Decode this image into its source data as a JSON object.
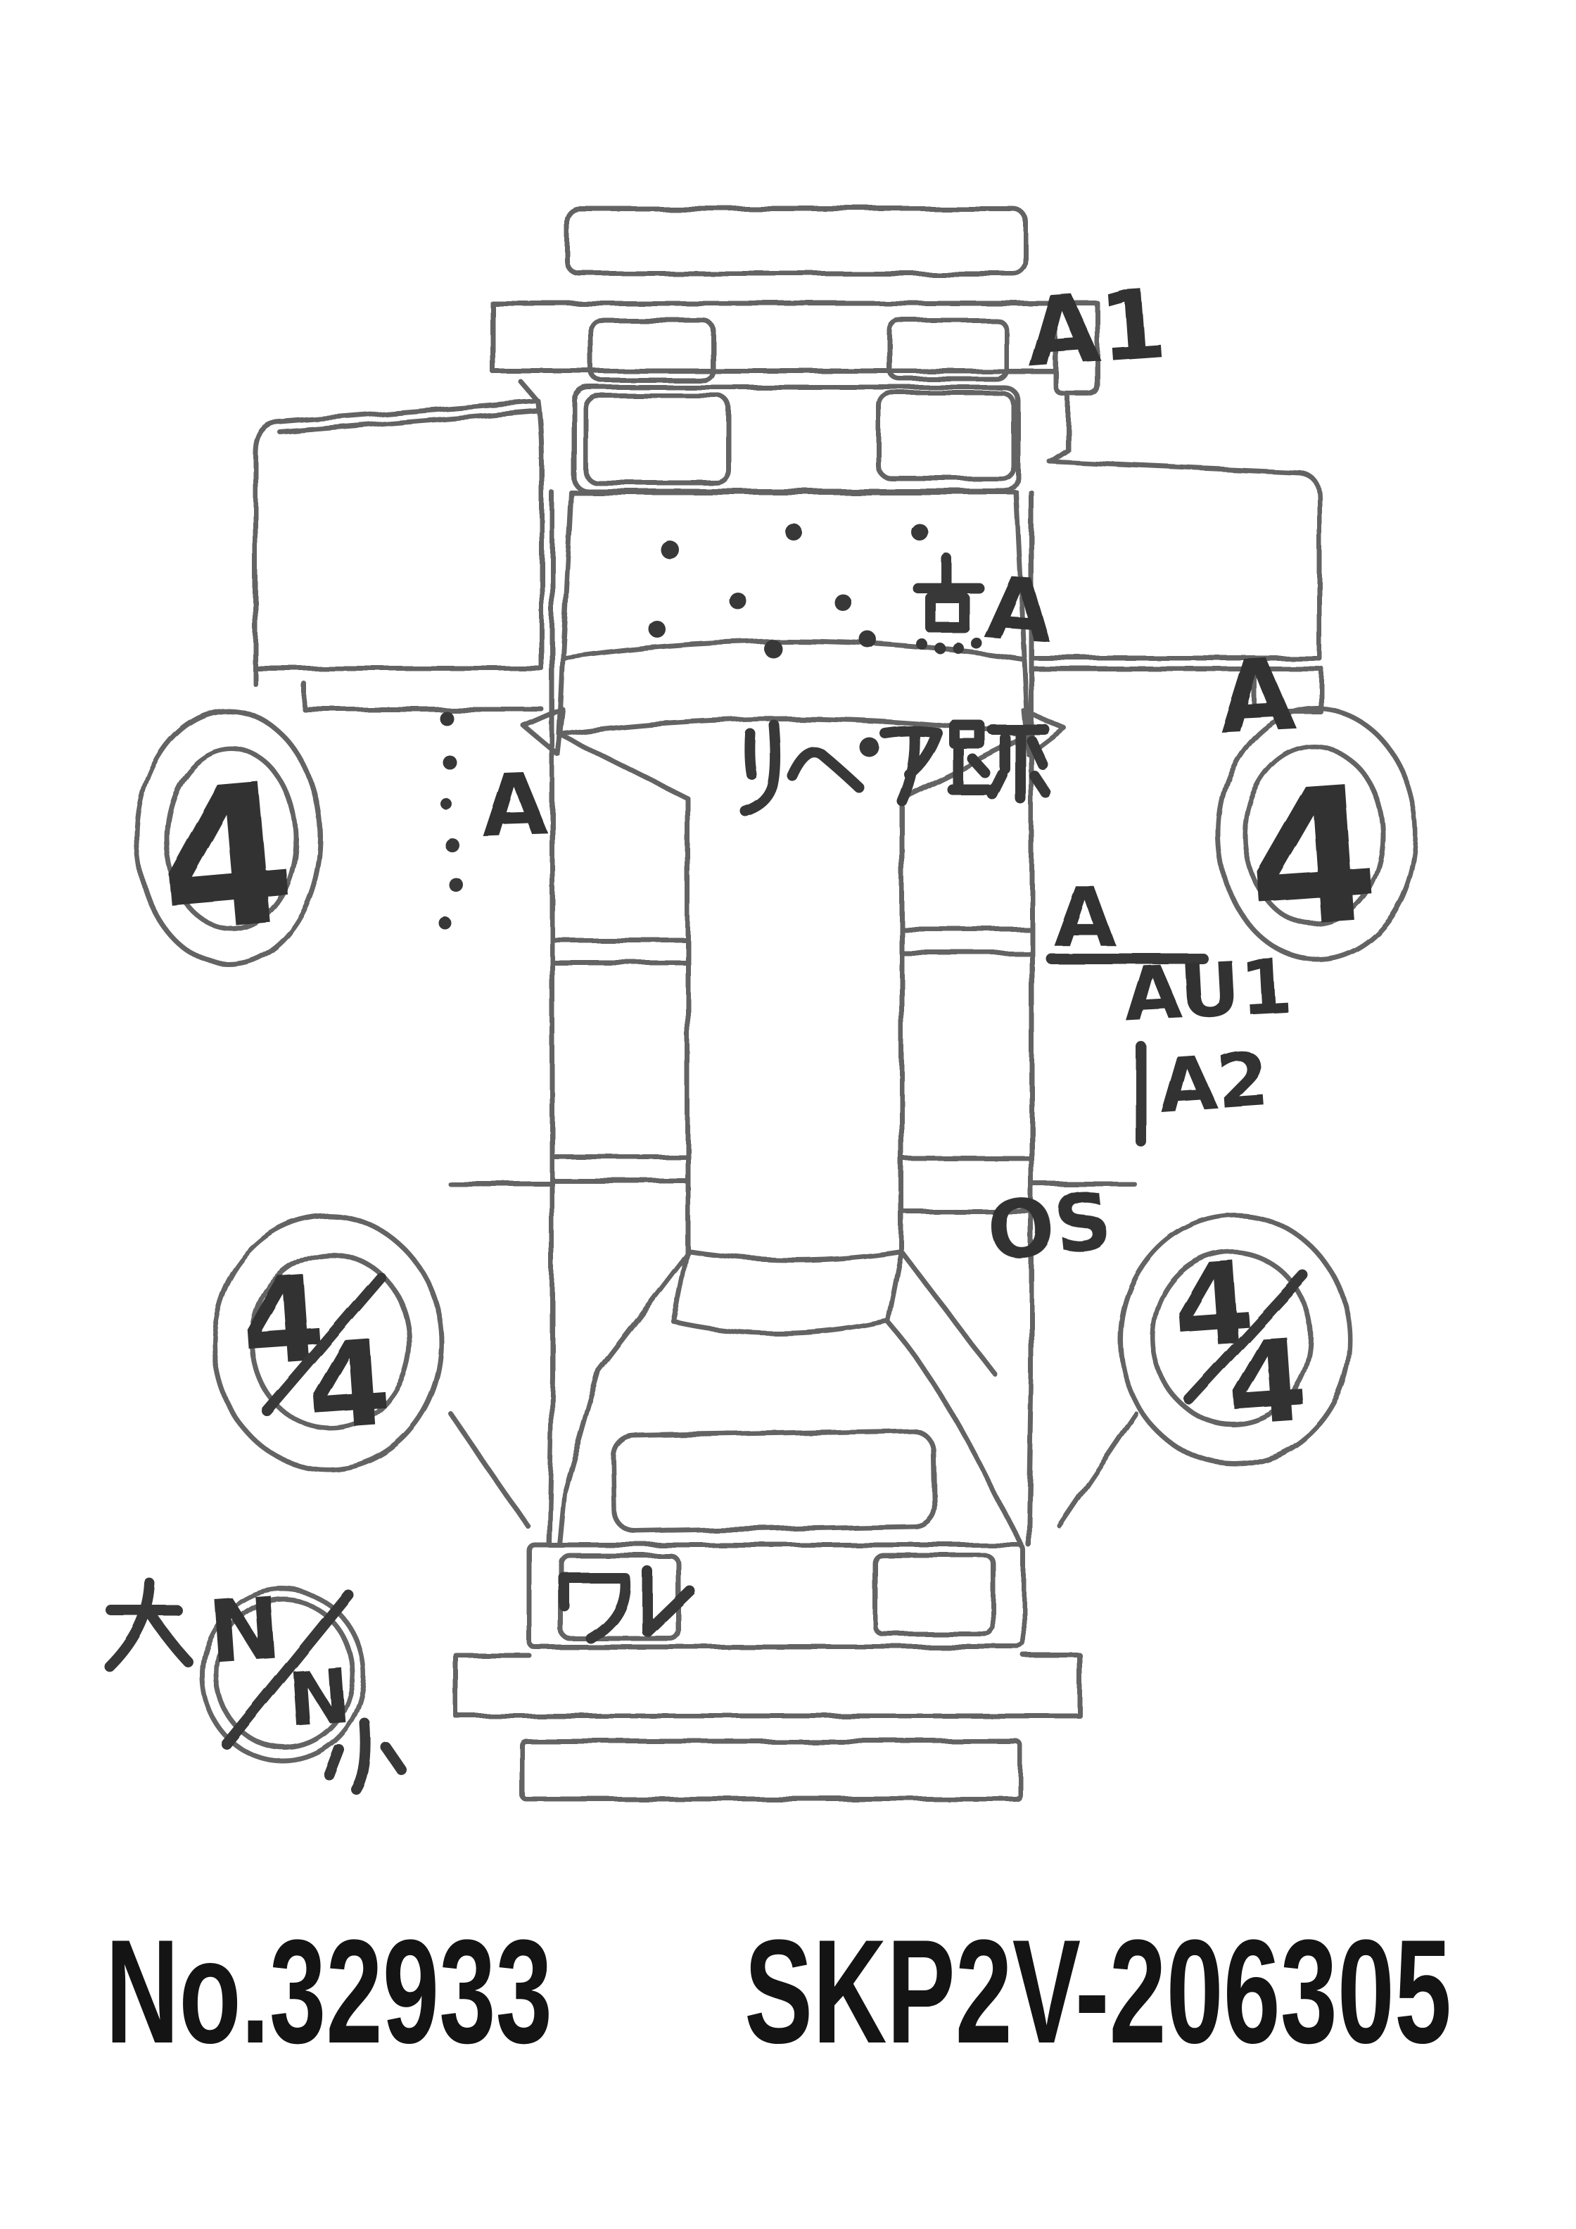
{
  "document": {
    "kind": "vehicle damage diagram (top view, hand-marked auction sheet)",
    "paper_color": "#ffffff",
    "pencil_color": "#636363",
    "marker_color": "#383838",
    "print_color": "#141414"
  },
  "footer": {
    "auction_no": "No.32933",
    "ref_code": "SKP2V-206305"
  },
  "marks": {
    "front_panel_grade": "A1",
    "hood_spot_label_kanji": "点",
    "hood_spot_label_grade": "A",
    "hood_dot_count": 8,
    "windshield_note": "リペア跡",
    "left_side_dot_count": 6,
    "left_fender_grade": "A",
    "right_fender_grade": "A",
    "front_left_wheel_depth": "4",
    "front_right_wheel_depth": "4",
    "right_door_grade": "A",
    "right_door_grade_sub1": "AU1",
    "right_door_grade_sub2": "A2",
    "right_quarter_mark": "OS",
    "rear_left_wheel_num": "4",
    "rear_left_wheel_den": "4",
    "rear_right_wheel_num": "4",
    "rear_right_wheel_den": "4",
    "rear_panel_note": "ワレ",
    "note_large": "大",
    "note_small": "小",
    "spare_mark_upper": "N",
    "spare_mark_lower": "N"
  }
}
